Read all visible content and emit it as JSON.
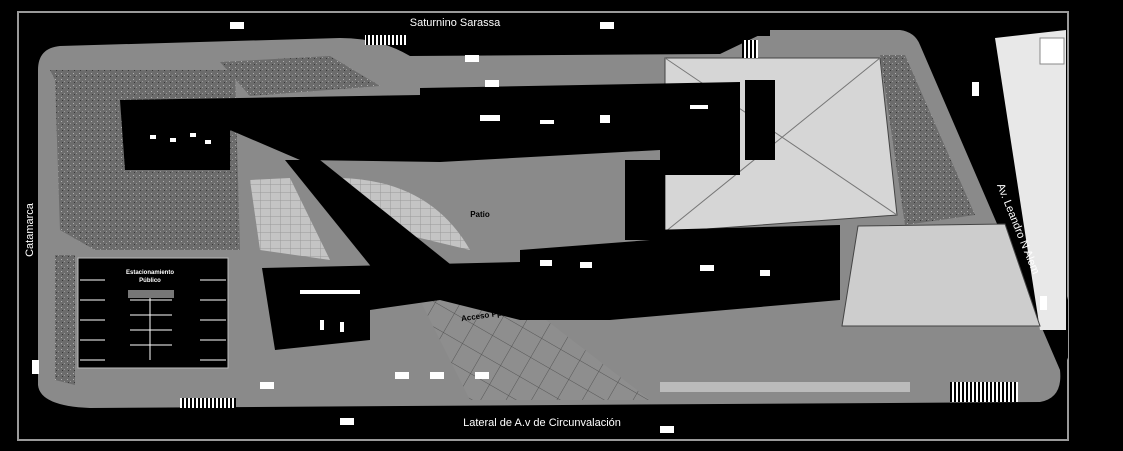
{
  "streets": {
    "top": "Saturnino Sarassa",
    "bottom": "Lateral de A.v de Circunvalación",
    "left": "Catamarca",
    "right": "Av. Leandro N Alem"
  },
  "areas": {
    "patio": "Patio",
    "parking_line1": "Estacionamiento",
    "parking_line2": "Público",
    "main_access": "Acceso Ppal"
  },
  "colors": {
    "background": "#000000",
    "site": "#8a8a8a",
    "landscape": "#6a6a6a",
    "roof": "#d6d6d6",
    "building": "#000000"
  }
}
